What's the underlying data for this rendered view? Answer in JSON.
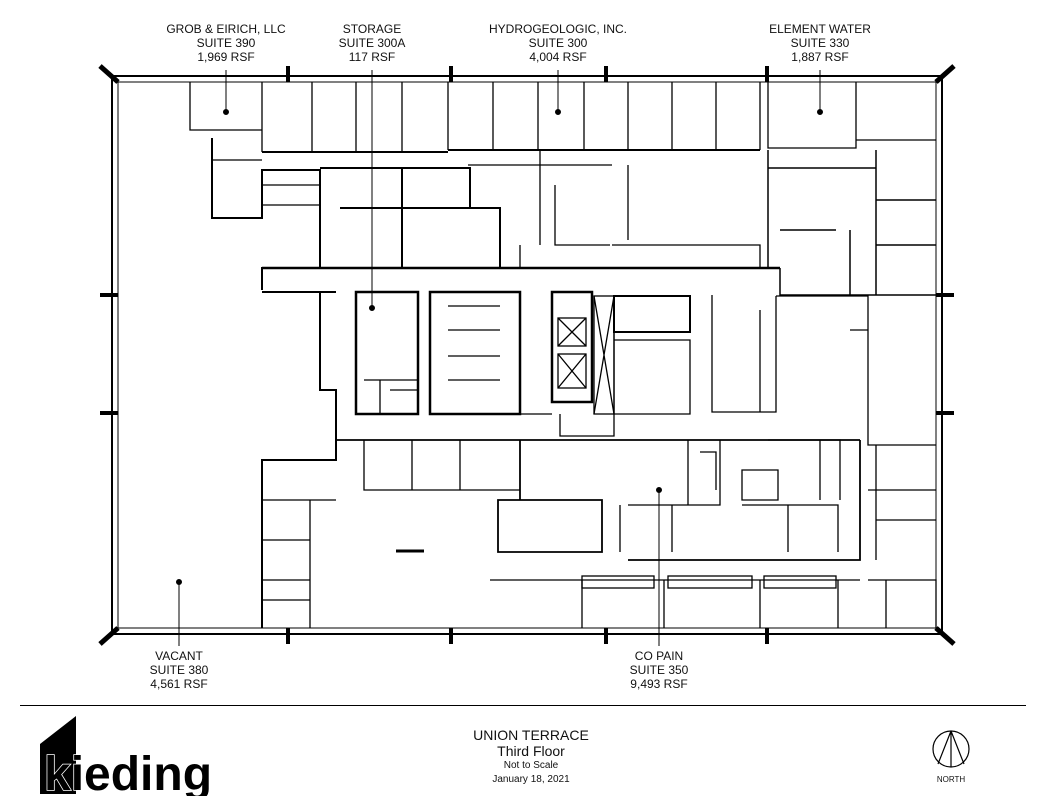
{
  "suites": [
    {
      "tenant": "GROB & EIRICH, LLC",
      "suite": "SUITE 390",
      "area": "1,969 RSF"
    },
    {
      "tenant": "STORAGE",
      "suite": "SUITE 300A",
      "area": "117 RSF"
    },
    {
      "tenant": "HYDROGEOLOGIC, INC.",
      "suite": "SUITE 300",
      "area": "4,004 RSF"
    },
    {
      "tenant": "ELEMENT WATER",
      "suite": "SUITE 330",
      "area": "1,887 RSF"
    },
    {
      "tenant": "VACANT",
      "suite": "SUITE 380",
      "area": "4,561 RSF"
    },
    {
      "tenant": "CO PAIN",
      "suite": "SUITE 350",
      "area": "9,493 RSF"
    }
  ],
  "title_block": {
    "project": "UNION TERRACE",
    "floor": "Third Floor",
    "scale": "Not to Scale",
    "date": "January 18, 2021"
  },
  "logo": {
    "text": "kieding"
  },
  "north_arrow": {
    "label": "NORTH"
  }
}
